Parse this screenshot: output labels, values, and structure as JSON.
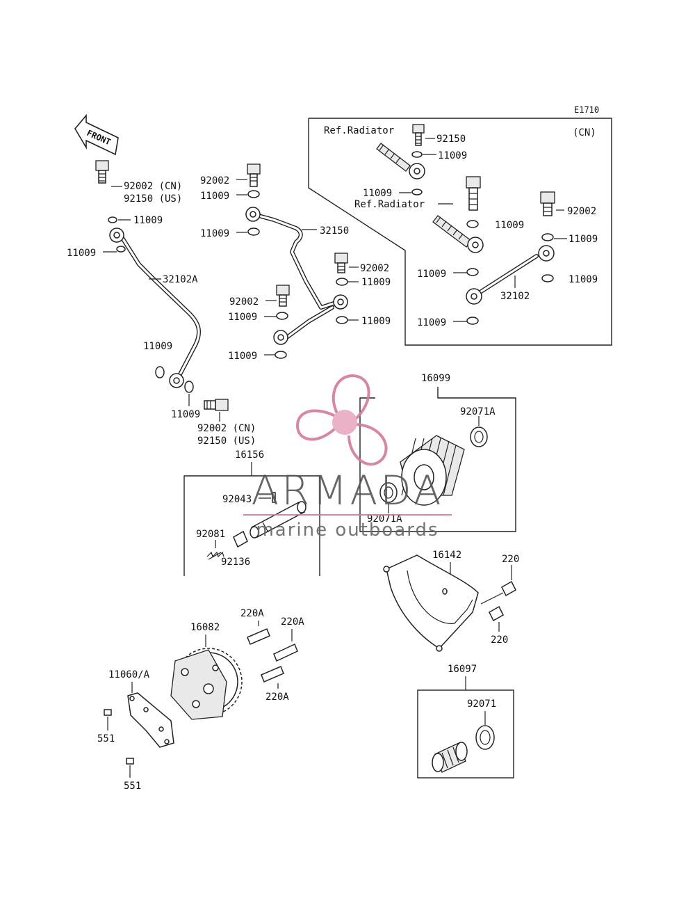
{
  "diagram_code": "E1710",
  "region_note": "(CN)",
  "ref_radiator": "Ref.Radiator",
  "front_label": "FRONT",
  "labels": {
    "p92150_top": "92150",
    "p11009_a": "11009",
    "p11009_b": "11009",
    "p11009_c": "11009",
    "p11009_d": "11009",
    "p11009_e": "11009",
    "p11009_f": "11009",
    "p11009_g": "11009",
    "p11009_h": "11009",
    "p11009_i": "11009",
    "p11009_j": "11009",
    "p11009_k": "11009",
    "p11009_l": "11009",
    "p11009_m": "11009",
    "p11009_n": "11009",
    "p11009_o": "11009",
    "p11009_p": "11009",
    "p92002_cn_top": "92002 (CN)",
    "p92150_us_top": "92150 (US)",
    "p92002_cn_bot": "92002 (CN)",
    "p92150_us_bot": "92150 (US)",
    "p92002_a": "92002",
    "p92002_b": "92002",
    "p92002_c": "92002",
    "p92002_d": "92002",
    "p32150": "32150",
    "p32102A": "32102A",
    "p32102": "32102",
    "p16099": "16099",
    "p92071A_top": "92071A",
    "p92071A_bot": "92071A",
    "p16156": "16156",
    "p92043": "92043",
    "p92081": "92081",
    "p92136": "92136",
    "p16142": "16142",
    "p220_a": "220",
    "p220_b": "220",
    "p220A_a": "220A",
    "p220A_b": "220A",
    "p220A_c": "220A",
    "p16082": "16082",
    "p11060A": "11060/A",
    "p551_a": "551",
    "p551_b": "551",
    "p16097": "16097",
    "p92071": "92071"
  },
  "watermark": {
    "brand": "ARMADA",
    "tagline": "marine outboards",
    "color": "#d47a9c",
    "logo_icon": "propeller-icon"
  }
}
